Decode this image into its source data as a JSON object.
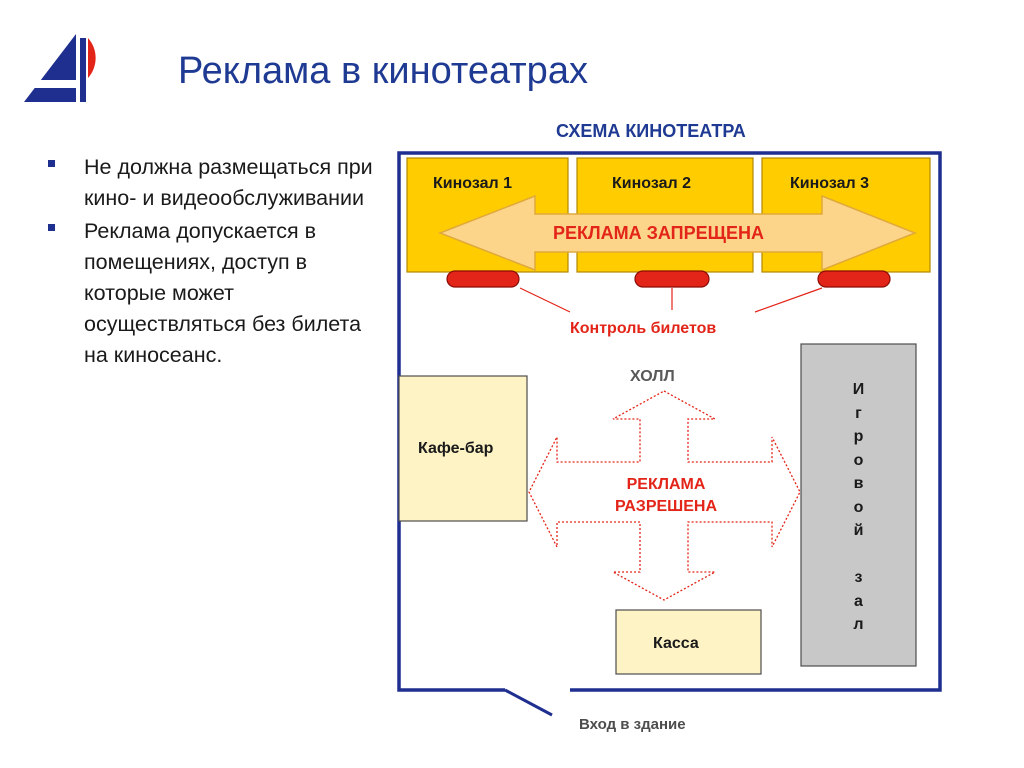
{
  "slide": {
    "title": "Реклама в кинотеатрах",
    "bullets": [
      "Не должна размещаться при кино- и видеообслуживании",
      "Реклама допускается в помещениях, доступ в которые  может осуществляться без билета на киносеанс."
    ]
  },
  "scheme": {
    "title": "СХЕМА КИНОТЕАТРА",
    "halls": [
      "Кинозал 1",
      "Кинозал 2",
      "Кинозал 3"
    ],
    "ban_label": "РЕКЛАМА ЗАПРЕЩЕНА",
    "ticket_control": "Контроль билетов",
    "hall_label": "ХОЛЛ",
    "allow_label_line1": "РЕКЛАМА",
    "allow_label_line2": "РАЗРЕШЕНА",
    "cafe": "Кафе-бар",
    "cashier": "Касса",
    "game_room_letters": [
      "И",
      "г",
      "р",
      "о",
      "в",
      "о",
      "й",
      "",
      "з",
      "а",
      "л"
    ],
    "entrance": "Вход в здание"
  },
  "colors": {
    "title": "#1f3a93",
    "hall_fill": "#ffcc00",
    "hall_border": "#b08800",
    "ban_arrow": "#fcd58a",
    "accent_red": "#e32418",
    "light_box": "#fdf3c4",
    "game_room": "#c8c8c8",
    "wall": "#1f2f8f"
  }
}
